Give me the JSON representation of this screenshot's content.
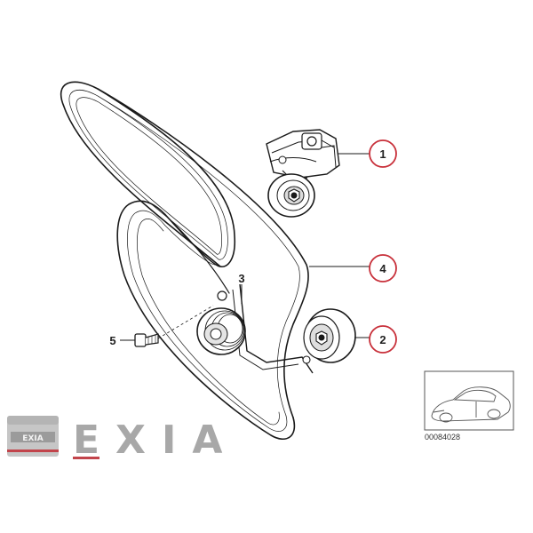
{
  "callouts": {
    "c1": "1",
    "c2": "2",
    "c3": "3",
    "c4": "4",
    "c5": "5"
  },
  "reference_number": "00084028",
  "watermark": {
    "badge": "EXIA",
    "letters": "EXIA"
  },
  "colors": {
    "line": "#1a1a1a",
    "highlight_circle": "#c8303a",
    "watermark_gray": "#9a9a9a",
    "watermark_red": "#b8242c"
  }
}
